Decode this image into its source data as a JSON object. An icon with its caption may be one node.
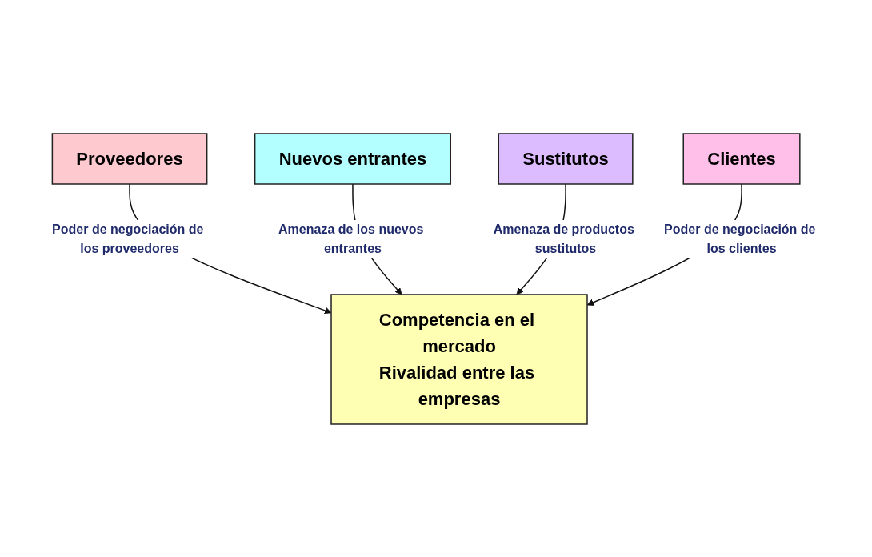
{
  "diagram": {
    "nodes": [
      {
        "text": [
          "Proveedores"
        ]
      },
      {
        "text": [
          "Competencia en el mercado",
          "Rivalidad entre las empresas"
        ]
      },
      {
        "text": [
          "Nuevos entrantes"
        ]
      },
      {
        "text": [
          "Sustitutos"
        ]
      },
      {
        "text": [
          "Clientes"
        ]
      }
    ],
    "edges": [
      {
        "from": 0,
        "to": 1,
        "arrow": "to",
        "label": "Poder de negociación de los proveedores"
      },
      {
        "from": 2,
        "to": 1,
        "arrow": "to",
        "label": "Amenaza de los nuevos entrantes"
      },
      {
        "from": 3,
        "to": 1,
        "arrow": "to",
        "label": "Amenaza de productos sustitutos"
      },
      {
        "from": 4,
        "to": 1,
        "arrow": "to",
        "label": "Poder de negociación de los clientes"
      }
    ]
  }
}
